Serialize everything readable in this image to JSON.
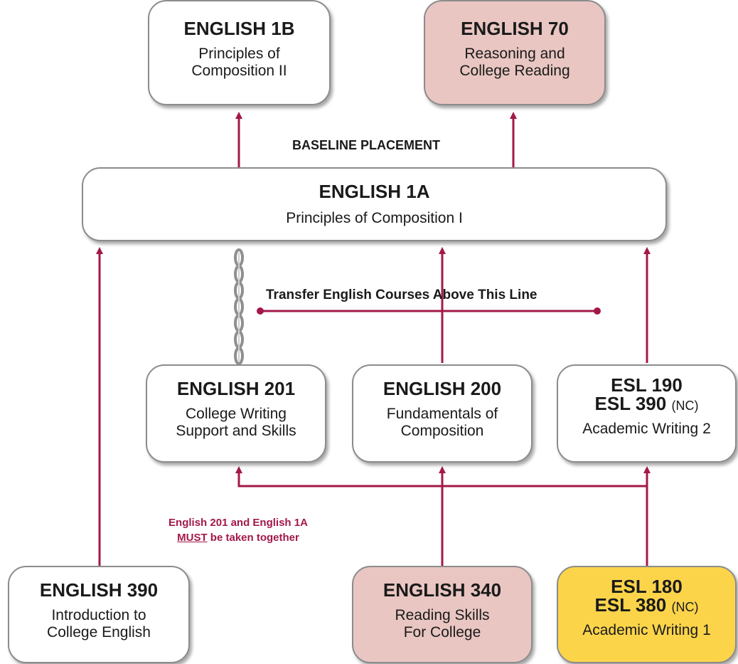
{
  "colors": {
    "connector": "#a3184a",
    "pink_box": "#e9c6c2",
    "yellow_box": "#fbd44a",
    "chain": "#9a9a9a"
  },
  "boxes": {
    "english_1b": {
      "code": "ENGLISH 1B",
      "desc_line1": "Principles of",
      "desc_line2": "Composition II"
    },
    "english_70": {
      "code": "ENGLISH 70",
      "desc_line1": "Reasoning and",
      "desc_line2": "College Reading"
    },
    "english_1a": {
      "code": "ENGLISH 1A",
      "desc_line1": "Principles of Composition I"
    },
    "english_201": {
      "code": "ENGLISH 201",
      "desc_line1": "College Writing",
      "desc_line2": "Support and Skills"
    },
    "english_200": {
      "code": "ENGLISH 200",
      "desc_line1": "Fundamentals of",
      "desc_line2": "Composition"
    },
    "esl_190": {
      "code1": "ESL 190",
      "code2": "ESL 390",
      "code2_suffix": "(NC)",
      "desc_line1": "Academic Writing 2"
    },
    "english_390": {
      "code": "ENGLISH 390",
      "desc_line1": "Introduction to",
      "desc_line2": "College English"
    },
    "english_340": {
      "code": "ENGLISH 340",
      "desc_line1": "Reading Skills",
      "desc_line2": "For College"
    },
    "esl_180": {
      "code1": "ESL 180",
      "code2": "ESL 380",
      "code2_suffix": "(NC)",
      "desc_line1": "Academic Writing 1"
    }
  },
  "labels": {
    "baseline": "BASELINE PLACEMENT",
    "transfer": "Transfer English Courses Above This Line"
  },
  "note": {
    "line1": "English 201 and English 1A",
    "must": "MUST",
    "line2_rest": " be taken together"
  }
}
